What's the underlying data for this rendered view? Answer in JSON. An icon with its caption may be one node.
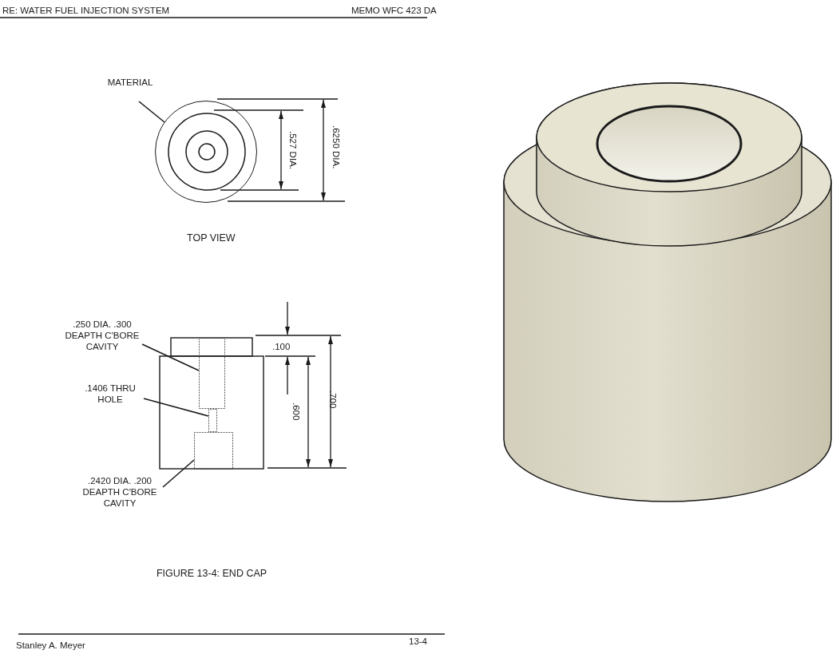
{
  "diagram": {
    "caption": "FIGURE 13-4: END CAP",
    "nodes": [
      {
        "text": [
          "MATERIAL"
        ]
      },
      {
        "text": [],
        "shape": "circle"
      },
      {
        "text": [
          ".250 DIA. .300 DEAPTH C'BORE CAVITY"
        ]
      },
      {
        "text": [],
        "shape": "box"
      },
      {
        "text": [
          ".1406 THRU HOLE"
        ]
      },
      {
        "text": [],
        "shape": "box"
      },
      {
        "text": [
          ".2420 DIA. .200 DEAPTH C'BORE CAVITY"
        ]
      },
      {
        "text": [],
        "shape": "box"
      }
    ],
    "edges": [
      {
        "from": 0,
        "to": 1,
        "arrow": "none"
      },
      {
        "from": 2,
        "to": 3,
        "arrow": "none"
      },
      {
        "from": 4,
        "to": 5,
        "arrow": "none"
      },
      {
        "from": 6,
        "to": 7,
        "arrow": "none"
      }
    ],
    "labels": [
      "RE: WATER FUEL INJECTION SYSTEM",
      "MEMO WFC 423 DA",
      ".527 DIA.",
      ".6250 DIA.",
      "TOP VIEW",
      ".100",
      ".600",
      ".700",
      "Stanley A. Meyer",
      "13-4"
    ]
  }
}
